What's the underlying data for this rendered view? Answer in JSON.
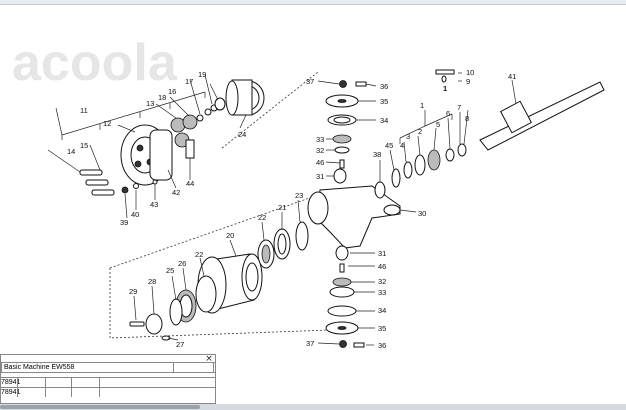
{
  "watermark": "acoola",
  "callouts": [
    "1",
    "2",
    "3",
    "4",
    "5",
    "6",
    "7",
    "8",
    "9",
    "10",
    "11",
    "12",
    "13",
    "14",
    "15",
    "16",
    "17",
    "18",
    "19",
    "20",
    "21",
    "22",
    "23",
    "24",
    "25",
    "26",
    "27",
    "28",
    "29",
    "30",
    "31",
    "32",
    "33",
    "34",
    "35",
    "36",
    "37",
    "38",
    "39",
    "40",
    "41",
    "42",
    "43",
    "44",
    "45",
    "46"
  ],
  "panel": {
    "title": "Basic Machine EW558",
    "rows": [
      "78941",
      "78941"
    ],
    "close": "×"
  }
}
